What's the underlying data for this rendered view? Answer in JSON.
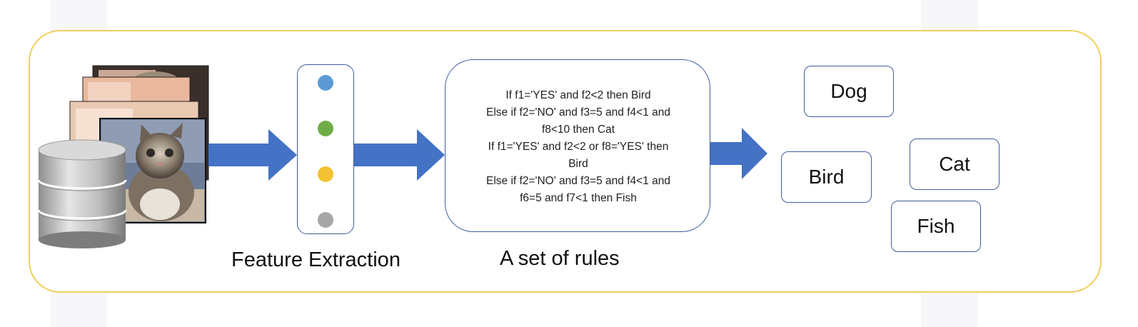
{
  "captions": {
    "feature_extraction": "Feature Extraction",
    "rules": "A set of rules"
  },
  "rules": [
    "If f1='YES' and f2<2 then Bird",
    "Else if f2='NO' and f3=5 and f4<1 and",
    "f8<10 then Cat",
    "If f1='YES' and f2<2 or f8='YES' then",
    "Bird",
    "Else if f2='NO' and f3=5 and f4<1 and",
    "f6=5 and f7<1 then Fish"
  ],
  "classes": {
    "dog": "Dog",
    "bird": "Bird",
    "cat": "Cat",
    "fish": "Fish"
  },
  "feature_dots": [
    {
      "color": "#5b9bd5"
    },
    {
      "color": "#70ad47"
    },
    {
      "color": "#f2c230"
    },
    {
      "color": "#a6a6a6"
    }
  ],
  "colors": {
    "frame": "#f0cf5c",
    "arrow": "#4472c4",
    "outline": "#3f5fa0"
  }
}
